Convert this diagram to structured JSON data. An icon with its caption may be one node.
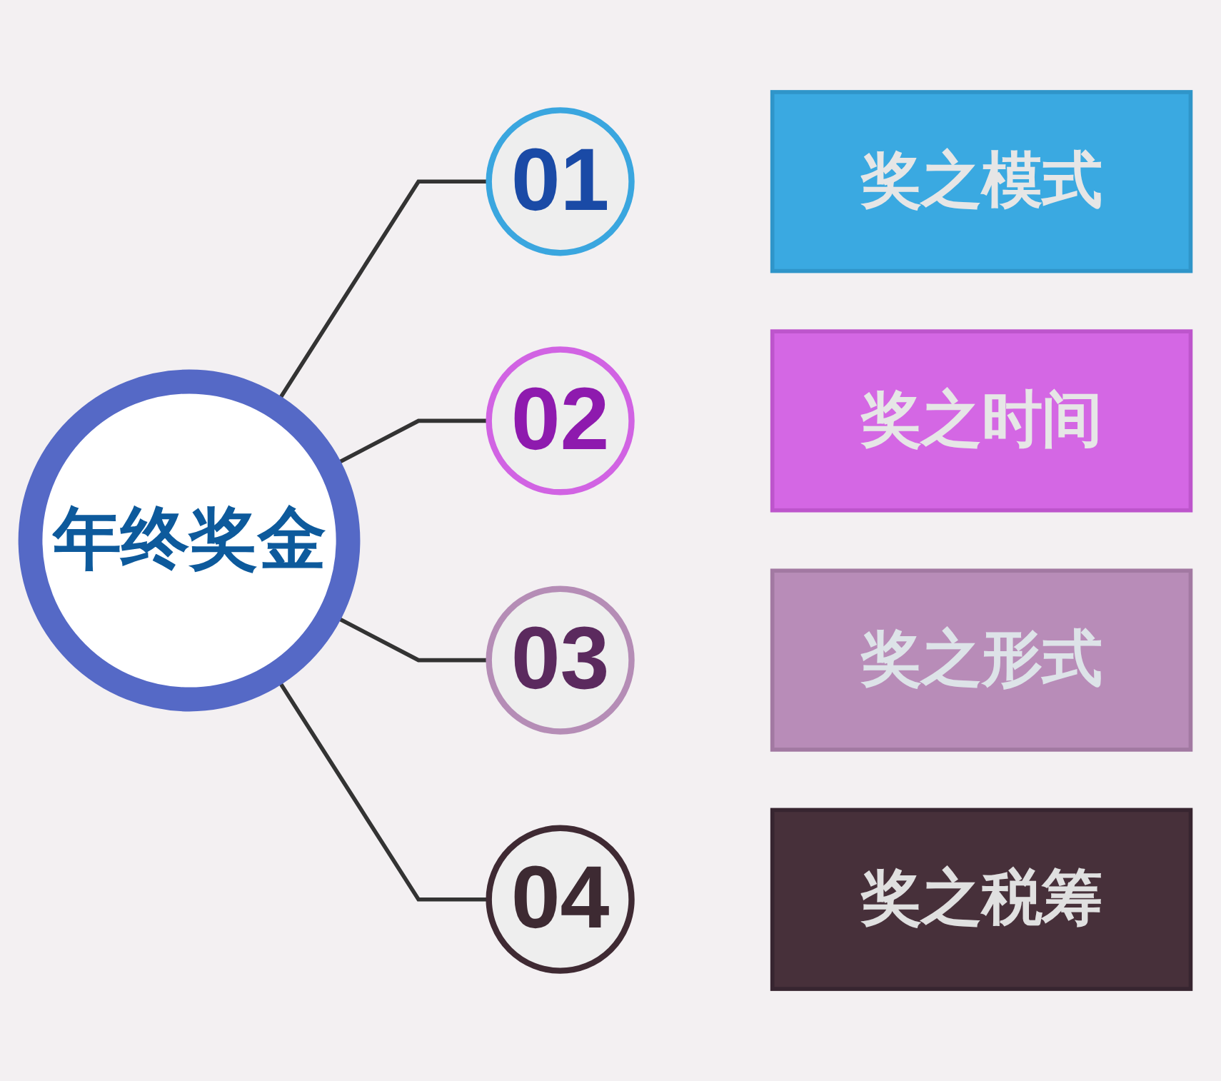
{
  "diagram": {
    "nodes": [
      {
        "text": [
          "年终奖金"
        ]
      },
      {
        "text": [
          "01"
        ]
      },
      {
        "text": [
          "奖之模式"
        ]
      },
      {
        "text": [
          "02"
        ]
      },
      {
        "text": [
          "奖之时间"
        ]
      },
      {
        "text": [
          "03"
        ]
      },
      {
        "text": [
          "奖之形式"
        ]
      },
      {
        "text": [
          "04"
        ]
      },
      {
        "text": [
          "奖之税筹"
        ]
      }
    ],
    "edges": [
      {
        "from": 0,
        "to": 1,
        "arrow": "none"
      },
      {
        "from": 0,
        "to": 3,
        "arrow": "none"
      },
      {
        "from": 0,
        "to": 5,
        "arrow": "none"
      },
      {
        "from": 0,
        "to": 7,
        "arrow": "none"
      }
    ]
  }
}
